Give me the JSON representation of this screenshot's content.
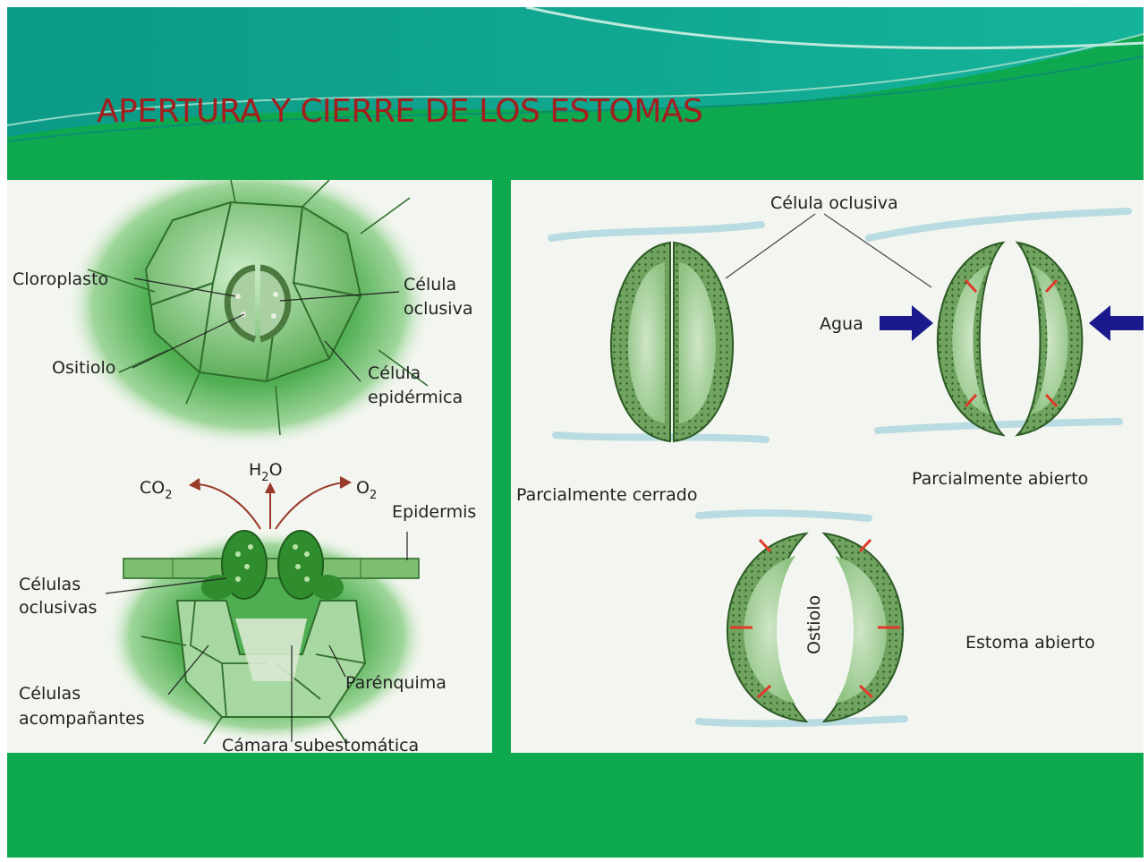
{
  "slide": {
    "title": "APERTURA Y CIERRE DE LOS ESTOMAS",
    "colors": {
      "background": "#0ea84f",
      "title": "#a51d1d",
      "panel": "#f3f6f0",
      "cell": "#5fb35a",
      "water_arrow": "#1a1a8c",
      "force_arrow": "#e03a2a"
    }
  },
  "left_diagram": {
    "top_view": {
      "labels": {
        "cloroplasto": "Cloroplasto",
        "celula_oclusiva_1": "Célula",
        "celula_oclusiva_2": "oclusiva",
        "ositiolo": "Ositiolo",
        "celula_epidermica_1": "Célula",
        "celula_epidermica_2": "epidérmica"
      }
    },
    "cross_section": {
      "gases": {
        "co2": "CO",
        "co2_sub": "2",
        "h2o_h": "H",
        "h2o_sub": "2",
        "h2o_o": "O",
        "o2": "O",
        "o2_sub": "2"
      },
      "labels": {
        "epidermis": "Epidermis",
        "celulas_oclusivas_1": "Células",
        "celulas_oclusivas_2": "oclusivas",
        "celulas_acompanantes_1": "Células",
        "celulas_acompanantes_2": "acompañantes",
        "parenquima": "Parénquima",
        "camara": "Cámara subestomática"
      }
    }
  },
  "right_diagram": {
    "labels": {
      "celula_oclusiva": "Célula oclusiva",
      "agua": "Agua",
      "parcialmente_cerrado": "Parcialmente cerrado",
      "parcialmente_abierto": "Parcialmente abierto",
      "ostiolo": "Ostiolo",
      "estoma_abierto": "Estoma abierto"
    }
  }
}
